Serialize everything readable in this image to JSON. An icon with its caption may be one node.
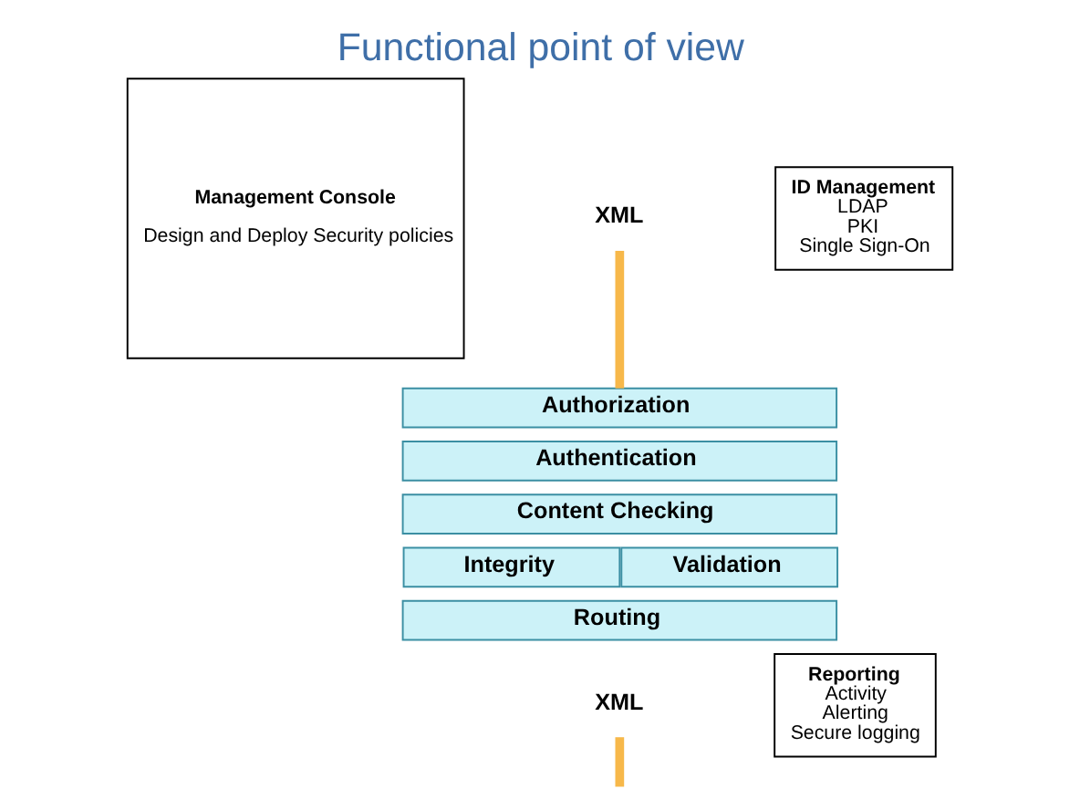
{
  "diagram": {
    "title": "Functional point of view",
    "nodes": [
      {
        "text": [
          "XML"
        ]
      },
      {
        "text": [
          "Management Console",
          "Design and Deploy Security policies"
        ]
      },
      {
        "text": [
          "ID Management",
          "LDAP",
          "PKI",
          "Single Sign-On"
        ]
      },
      {
        "text": [
          "Authorization"
        ]
      },
      {
        "text": [
          "Authentication"
        ]
      },
      {
        "text": [
          "Content Checking"
        ]
      },
      {
        "text": [
          "Integrity"
        ]
      },
      {
        "text": [
          "Validation"
        ]
      },
      {
        "text": [
          "Reporting",
          "Activity",
          "Alerting",
          "Secure logging"
        ]
      },
      {
        "text": [
          "Routing"
        ]
      },
      {
        "text": [
          "XML"
        ]
      }
    ],
    "edges": [
      {
        "from": 0,
        "to": 3,
        "arrow": "none"
      },
      {
        "from": 10,
        "to": null,
        "arrow": "none"
      }
    ]
  }
}
